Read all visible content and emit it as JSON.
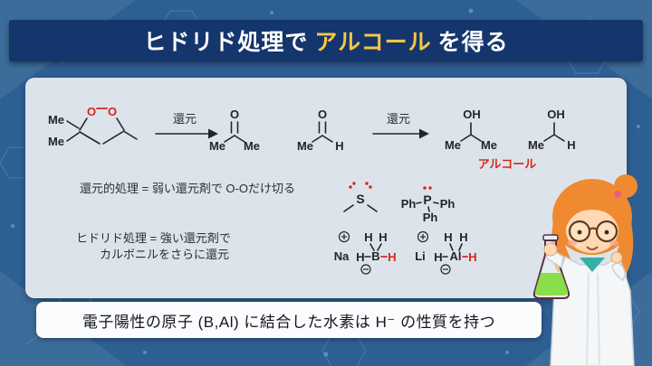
{
  "title": {
    "pre": "ヒドリド処理で",
    "highlight": "アルコール",
    "post": "を得る"
  },
  "scheme": {
    "arrow_label": "還元",
    "product_label": "アルコール"
  },
  "atoms": {
    "me": "Me",
    "o": "O",
    "oh": "OH",
    "h": "H",
    "s": "S",
    "p": "P",
    "ph": "Ph",
    "na": "Na",
    "li": "Li",
    "b": "B",
    "al": "Al"
  },
  "notes": {
    "reductive": "還元的処理 = 弱い還元剤で O-Oだけ切る",
    "hydride1": "ヒドリド処理 = 強い還元剤で",
    "hydride2": "カルボニルをさらに還元"
  },
  "footer": {
    "text": "電子陽性の原子 (B,Al) に結合した水素は H⁻ の性質を持つ"
  },
  "colors": {
    "background": "#2e5f93",
    "title_bar": "#15356d",
    "title_highlight": "#f6c544",
    "panel": "#dde3ea",
    "accent_red": "#d6261c",
    "flask_liquid": "#8ade4a"
  }
}
